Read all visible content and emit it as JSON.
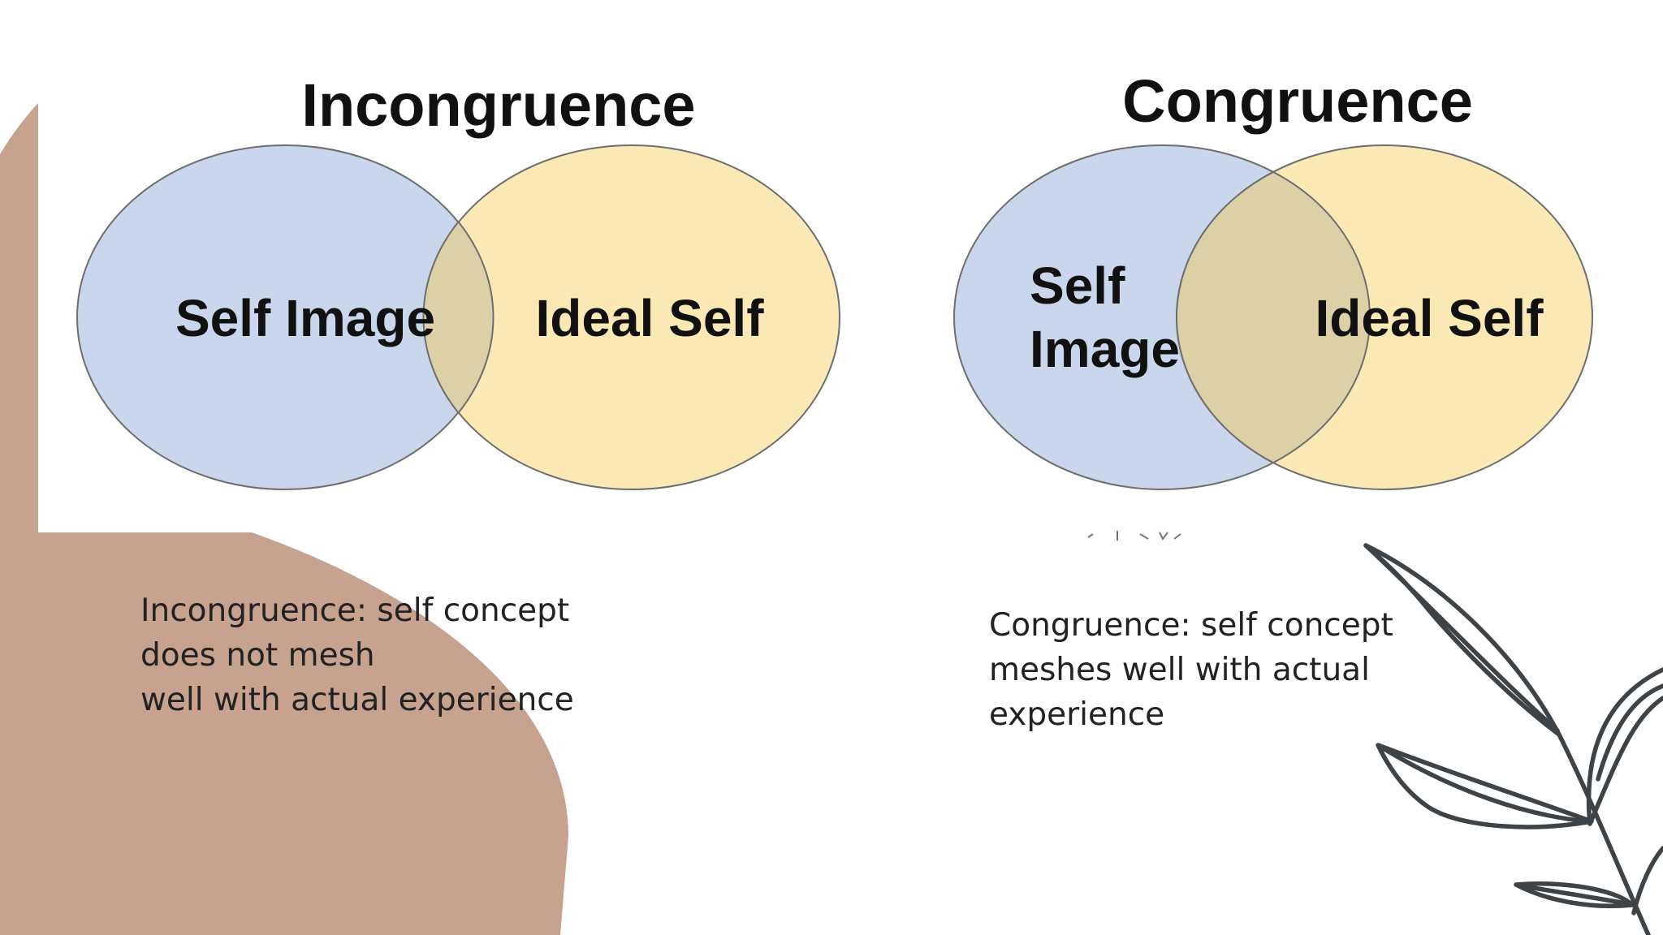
{
  "colors": {
    "background": "#ffffff",
    "blob": "#c6a28f",
    "self_image_fill": "#c9d6ec",
    "ideal_self_fill": "#fbe9b5",
    "overlap_fill": "#dcd0a6",
    "circle_stroke": "#6e6e6e",
    "leaf_stroke": "#3d4346",
    "text": "#111111"
  },
  "diagrams": {
    "incongruence": {
      "title": "Incongruence",
      "left_label": "Self Image",
      "right_label": "Ideal Self"
    },
    "congruence": {
      "title": "Congruence",
      "left_label_line1": "Self",
      "left_label_line2": "Image",
      "right_label": "Ideal Self"
    }
  },
  "captions": {
    "incongruence": {
      "line1": "Incongruence: self concept",
      "line2": "does not mesh",
      "line3": "well with actual experience"
    },
    "congruence": {
      "line1": "Congruence: self concept",
      "line2": "meshes well with actual",
      "line3": "experience"
    }
  },
  "decor": {
    "blob_shape": "organic-blob",
    "leaf_icon": "leaf-branch-outline-icon"
  }
}
